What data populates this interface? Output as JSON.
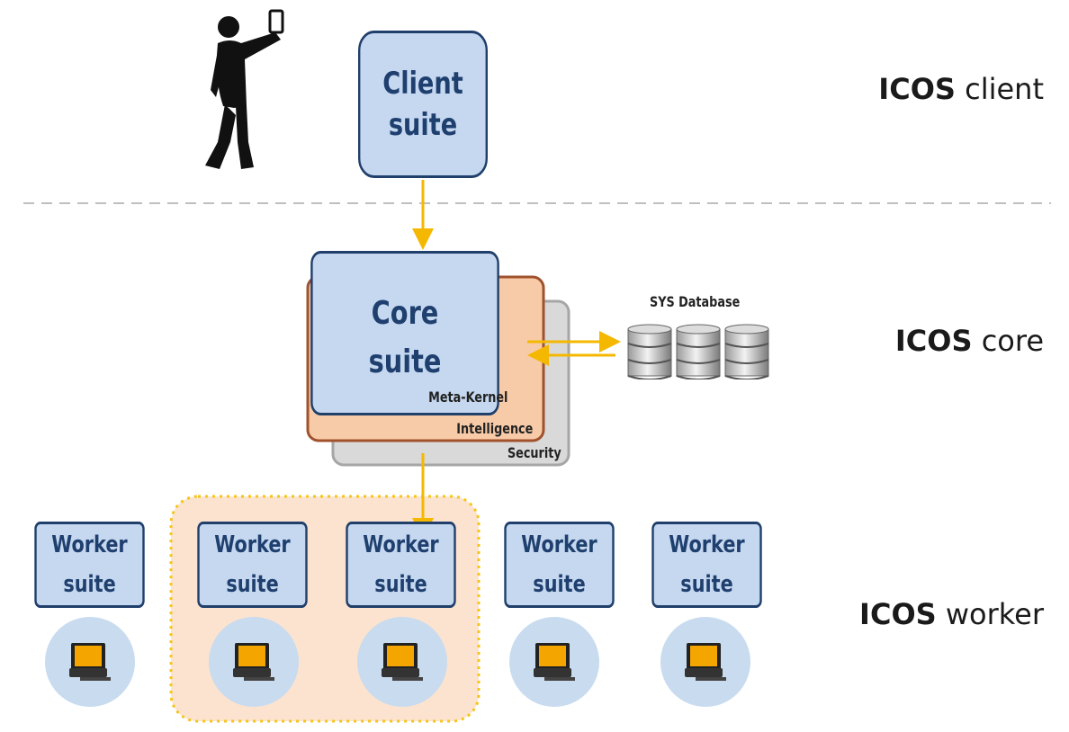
{
  "client": {
    "box_line1": "Client",
    "box_line2": "suite",
    "tier_bold": "ICOS",
    "tier_rest": " client"
  },
  "core": {
    "box_line1": "Core",
    "box_line2": "suite",
    "layers": [
      "Meta-Kernel",
      "Intelligence",
      "Security"
    ],
    "database_label": "SYS Database",
    "tier_bold": "ICOS",
    "tier_rest": " core"
  },
  "worker": {
    "tier_bold": "ICOS",
    "tier_rest": " worker",
    "boxes": [
      {
        "line1": "Worker",
        "line2": "suite"
      },
      {
        "line1": "Worker",
        "line2": "suite"
      },
      {
        "line1": "Worker",
        "line2": "suite"
      },
      {
        "line1": "Worker",
        "line2": "suite"
      },
      {
        "line1": "Worker",
        "line2": "suite"
      }
    ]
  },
  "colors": {
    "box_fill": "#c5d8f0",
    "box_border": "#203f6b",
    "box_text": "#1f3f6e",
    "arrow": "#f5b800",
    "intelligence_fill": "#f8cba8",
    "intelligence_border": "#a0522d",
    "security_fill": "#d9d9d9",
    "security_border": "#a6a6a6",
    "cluster_fill": "#fbe3d0",
    "cluster_border": "#f5c518",
    "divider": "#bfbfbf"
  },
  "icons": [
    "person-holding-phone-icon",
    "database-icon",
    "computer-icon"
  ]
}
